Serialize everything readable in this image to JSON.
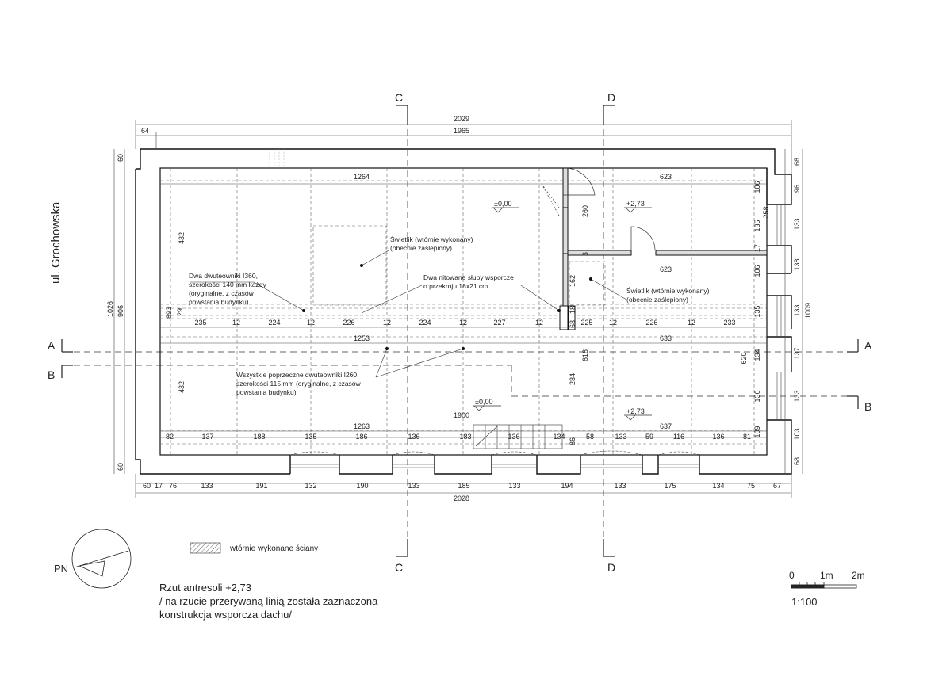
{
  "street": "ul. Grochowska",
  "north_label": "PN",
  "sections": {
    "C": "C",
    "D": "D",
    "A": "A",
    "B": "B"
  },
  "dims": {
    "top_total": "2029",
    "top_offset": "64",
    "top_inner": "1965",
    "bottom_total": "2028",
    "bottom_row": [
      "60",
      "17",
      "76",
      "133",
      "191",
      "132",
      "190",
      "133",
      "185",
      "133",
      "194",
      "133",
      "175",
      "134",
      "75",
      "67"
    ],
    "bay_row": [
      "235",
      "12",
      "224",
      "12",
      "226",
      "12",
      "224",
      "12",
      "227",
      "12",
      "225",
      "12",
      "226",
      "12",
      "233"
    ],
    "lower_row": [
      "82",
      "137",
      "188",
      "135",
      "186",
      "136",
      "183",
      "136",
      "134",
      "58",
      "133",
      "59",
      "116",
      "136",
      "81"
    ],
    "left_outer": "1026",
    "left_inner": "906",
    "left_top": "60",
    "left_bottom": "60",
    "left_432a": "432",
    "left_432b": "432",
    "left_893": "893",
    "left_29": "29",
    "right_total": "1009",
    "right_col": [
      "68",
      "96",
      "133",
      "138",
      "133",
      "137",
      "133",
      "103",
      "68"
    ],
    "right_inner": [
      "106",
      "258",
      "135",
      "17",
      "106",
      "135",
      "620",
      "134",
      "136",
      "109"
    ],
    "span_1264": "1264",
    "span_623a": "623",
    "span_623b": "623",
    "span_1253": "1253",
    "span_633": "633",
    "span_1263": "1263",
    "span_637": "637",
    "span_1900": "1900",
    "v_260": "260",
    "v_162": "162",
    "v_68": "68",
    "v_18": "18",
    "v_3": "3",
    "v_618": "618",
    "v_284": "284",
    "v_86": "86"
  },
  "levels": {
    "l1": "±0,00",
    "l2": "+2,73",
    "l3": "±0,00",
    "l4": "+2,73"
  },
  "notes": {
    "skylight1": [
      "Świetlik (wtórnie wykonany)",
      "(obecnie zaślepiony)"
    ],
    "skylight2": [
      "Świetlik (wtórnie wykonany)",
      "(obecnie zaślepiony)"
    ],
    "columns": [
      "Dwa nitowane słupy wsporcze",
      "o przekroju 18x21 cm"
    ],
    "ibeams_long": [
      "Dwa dwuteowniki I360,",
      "szerokości 140 mm każdy",
      "(oryginalne, z czasów",
      "powstania budynku)"
    ],
    "ibeams_cross": [
      "Wszystkie poprzeczne dwuteowniki I260,",
      "szerokości 115 mm (oryginalne, z czasów",
      "powstania budynku)"
    ]
  },
  "legend": {
    "label": "wtórnie wykonane ściany"
  },
  "caption": {
    "line1": "Rzut antresoli  +2,73",
    "line2": "/ na rzucie przerywaną linią została zaznaczona",
    "line3": "konstrukcja wsporcza dachu/"
  },
  "scale": {
    "t0": "0",
    "t1": "1m",
    "t2": "2m",
    "ratio": "1:100"
  }
}
